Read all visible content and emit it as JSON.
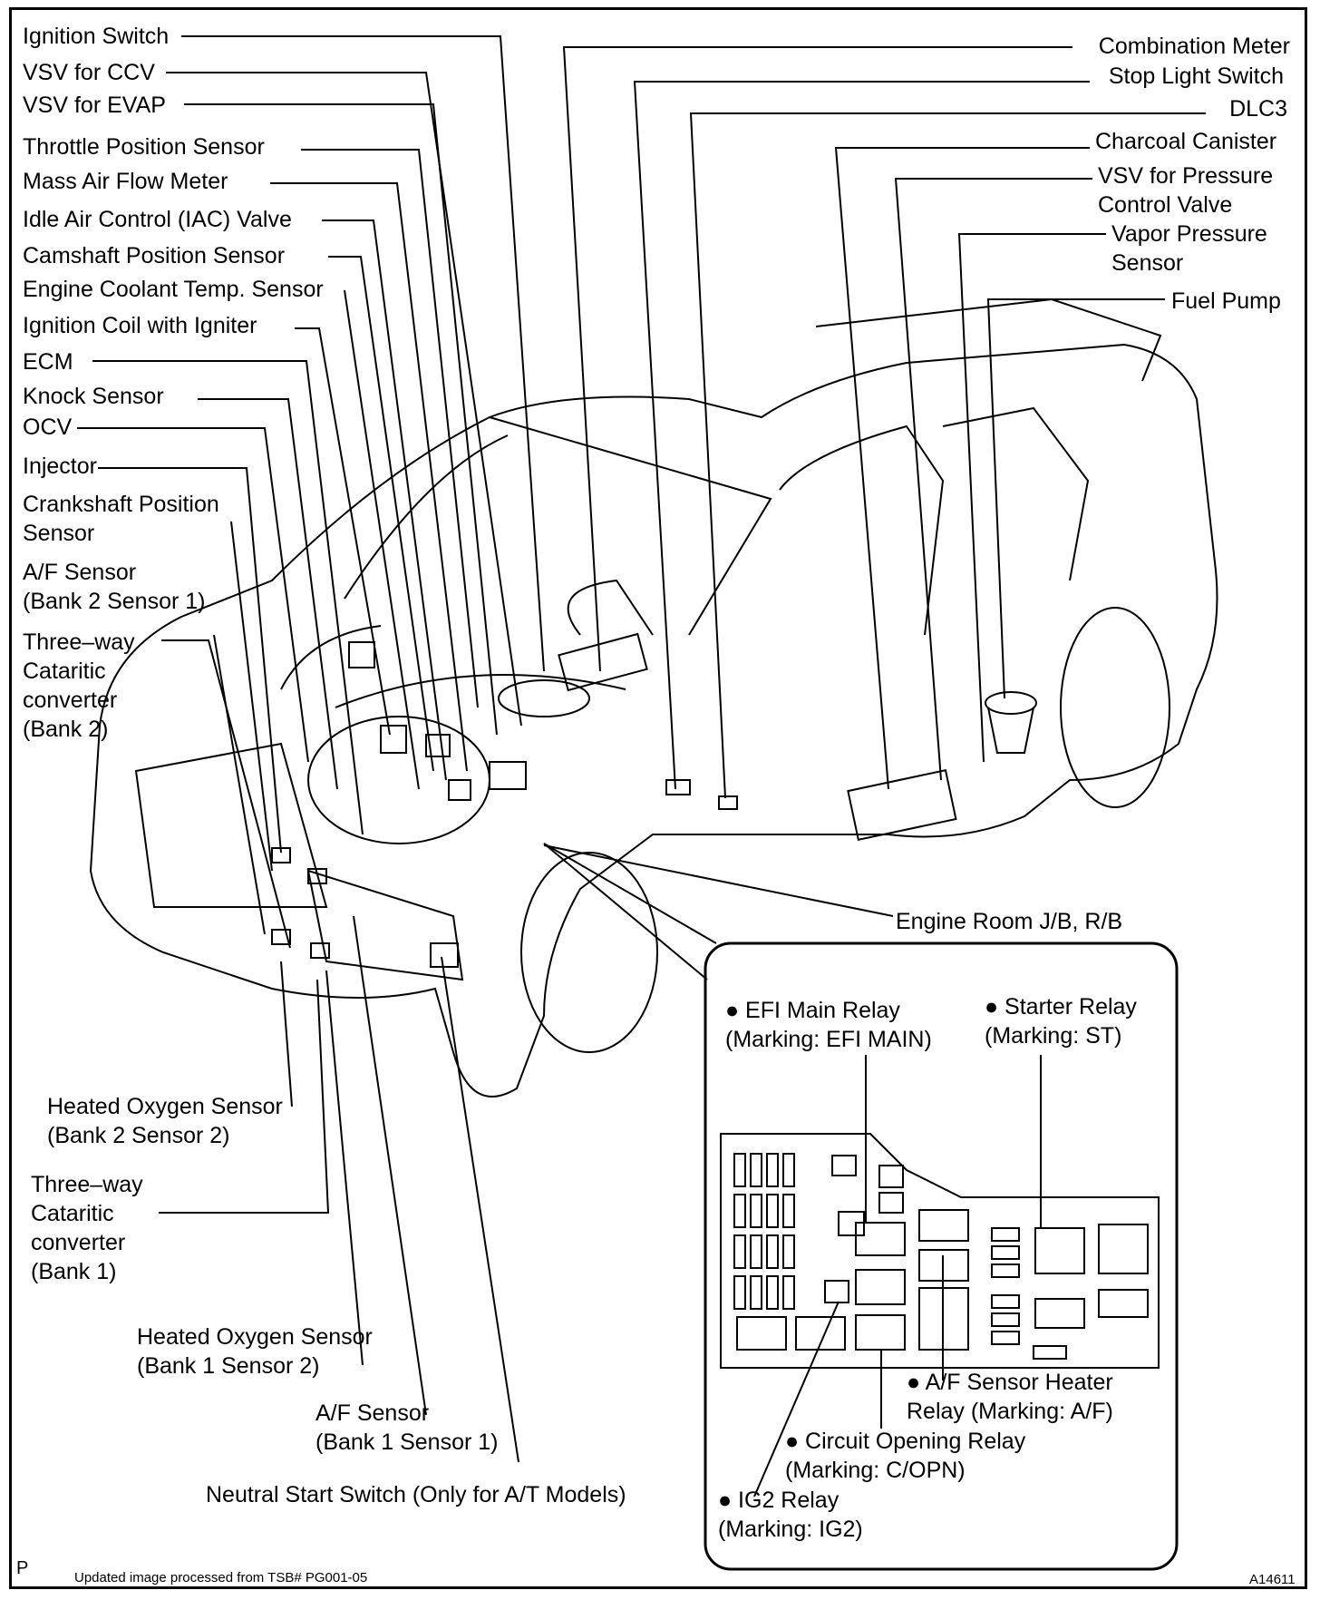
{
  "labels_left": [
    {
      "id": "ignition-switch",
      "text": "Ignition Switch"
    },
    {
      "id": "vsv-ccv",
      "text": "VSV for CCV"
    },
    {
      "id": "vsv-evap",
      "text": "VSV for EVAP"
    },
    {
      "id": "throttle-position-sensor",
      "text": "Throttle Position Sensor"
    },
    {
      "id": "mass-air-flow-meter",
      "text": "Mass Air Flow Meter"
    },
    {
      "id": "iac-valve",
      "text": "Idle Air Control (IAC) Valve"
    },
    {
      "id": "camshaft-position-sensor",
      "text": "Camshaft Position Sensor"
    },
    {
      "id": "engine-coolant-temp-sensor",
      "text": "Engine Coolant Temp. Sensor"
    },
    {
      "id": "ignition-coil",
      "text": "Ignition Coil with Igniter"
    },
    {
      "id": "ecm",
      "text": "ECM"
    },
    {
      "id": "knock-sensor",
      "text": "Knock Sensor"
    },
    {
      "id": "ocv",
      "text": "OCV"
    },
    {
      "id": "injector",
      "text": "Injector"
    },
    {
      "id": "crankshaft-position-sensor",
      "text": "Crankshaft Position\nSensor"
    },
    {
      "id": "af-sensor-bank2",
      "text": "A/F Sensor\n(Bank 2 Sensor 1)"
    },
    {
      "id": "three-way-bank2",
      "text": "Three–way\nCataritic\nconverter\n(Bank 2)"
    }
  ],
  "labels_right": [
    {
      "id": "combination-meter",
      "text": "Combination Meter"
    },
    {
      "id": "stop-light-switch",
      "text": "Stop Light Switch"
    },
    {
      "id": "dlc3",
      "text": "DLC3"
    },
    {
      "id": "charcoal-canister",
      "text": "Charcoal Canister"
    },
    {
      "id": "vsv-pressure",
      "text": "VSV for Pressure\nControl Valve"
    },
    {
      "id": "vapor-pressure-sensor",
      "text": "Vapor Pressure\nSensor"
    },
    {
      "id": "fuel-pump",
      "text": "Fuel Pump"
    },
    {
      "id": "engine-room-jb",
      "text": "Engine Room J/B, R/B"
    }
  ],
  "labels_bottom": [
    {
      "id": "ho2s-bank2",
      "text": "Heated Oxygen Sensor\n(Bank 2 Sensor 2)"
    },
    {
      "id": "three-way-bank1",
      "text": "Three–way\nCataritic\nconverter\n(Bank 1)"
    },
    {
      "id": "ho2s-bank1",
      "text": "Heated Oxygen Sensor\n(Bank 1 Sensor 2)"
    },
    {
      "id": "af-sensor-bank1",
      "text": "A/F Sensor\n(Bank 1 Sensor 1)"
    },
    {
      "id": "neutral-start-switch",
      "text": "Neutral Start Switch (Only for A/T Models)"
    }
  ],
  "relays": [
    {
      "id": "efi-main-relay",
      "text": "● EFI Main Relay\n(Marking: EFI MAIN)"
    },
    {
      "id": "starter-relay",
      "text": "● Starter Relay\n(Marking: ST)"
    },
    {
      "id": "af-heater-relay",
      "text": "● A/F Sensor Heater\nRelay (Marking: A/F)"
    },
    {
      "id": "circuit-opening-relay",
      "text": "● Circuit Opening Relay\n(Marking: C/OPN)"
    },
    {
      "id": "ig2-relay",
      "text": "● IG2 Relay\n(Marking: IG2)"
    }
  ],
  "footer": {
    "corner_mark": "P",
    "source_note": "Updated image processed from TSB# PG001-05",
    "figure_id": "A14611"
  }
}
